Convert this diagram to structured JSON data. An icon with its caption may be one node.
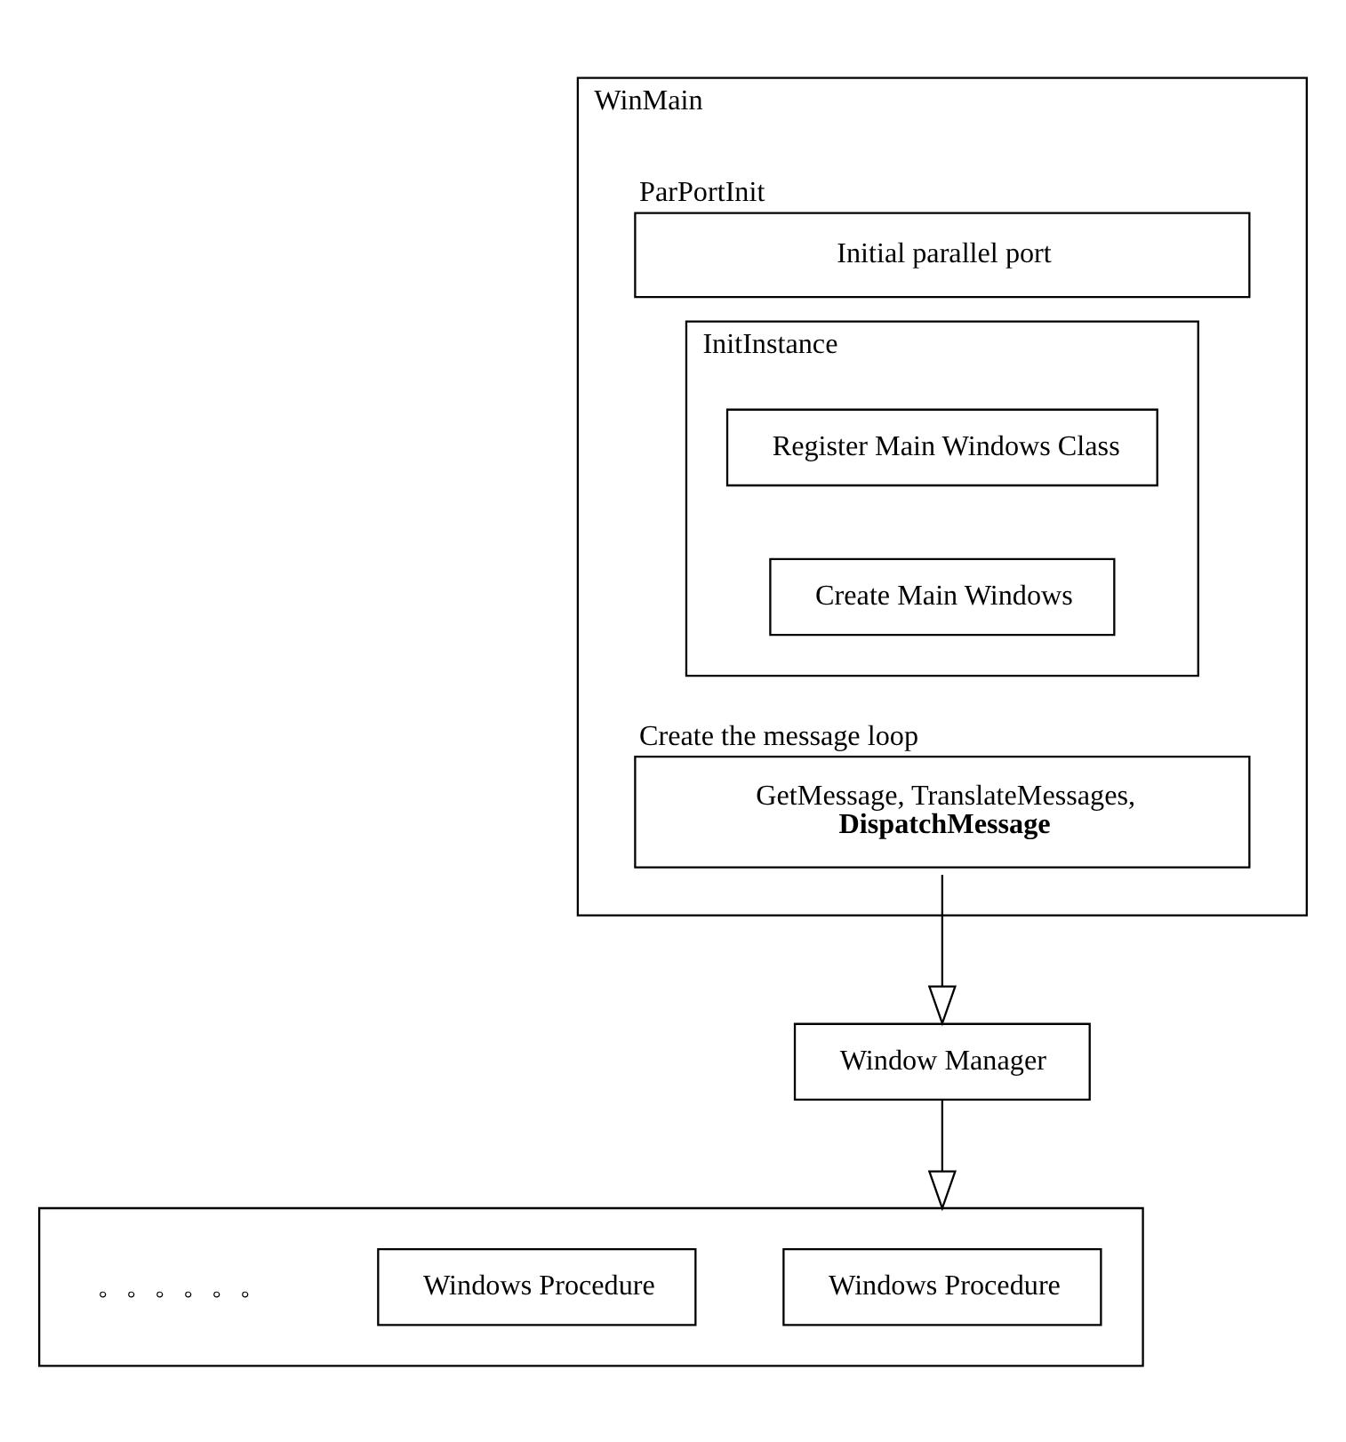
{
  "diagram": {
    "nodes": [
      {
        "text": [
          "WinMain"
        ]
      },
      {
        "text": [
          "ParPortInit",
          "Initial parallel port"
        ],
        "in": 0
      },
      {
        "text": [
          "InitInstance"
        ],
        "in": 0
      },
      {
        "text": [
          "Register Main Windows Class"
        ],
        "in": 2
      },
      {
        "text": [
          "Create Main Windows"
        ],
        "in": 2
      },
      {
        "text": [
          "Create the message loop",
          "GetMessage, TranslateMessages, **DispatchMessage**"
        ],
        "in": 0
      },
      {
        "text": [
          "Window Manager"
        ]
      },
      {
        "text": [],
        "shape": "box"
      },
      {
        "text": [
          "Windows Procedure"
        ],
        "in": 7
      },
      {
        "text": [
          "Windows Procedure"
        ],
        "in": 7
      }
    ],
    "edges": [
      {
        "from": 5,
        "to": 6,
        "arrow": "to"
      },
      {
        "from": 6,
        "to": 7,
        "arrow": "to"
      }
    ],
    "labels": [
      "。。。。。。"
    ]
  }
}
